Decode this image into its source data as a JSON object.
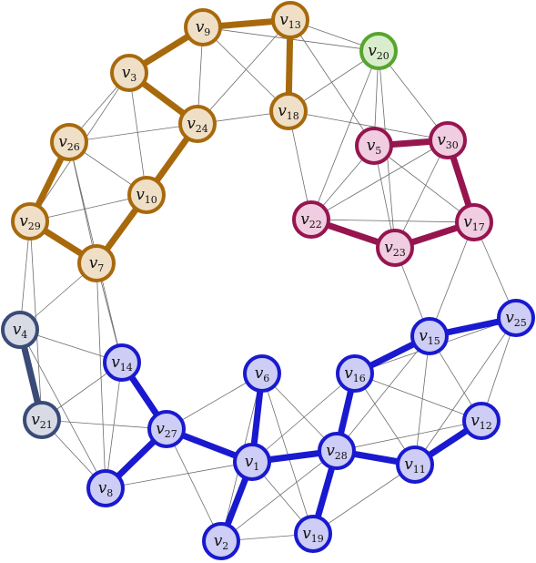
{
  "colors": {
    "brown": "#a8690c",
    "brown_fill": "#efdfc6",
    "crimson": "#96154f",
    "crimson_fill": "#f0cde0",
    "blue": "#1919cf",
    "blue_fill": "#cdcdf5",
    "navy": "#3a4b77",
    "navy_fill": "#d8dbe6",
    "green": "#56a52c",
    "green_fill": "#d9edcc",
    "thin_edge": "#6e6e6e"
  },
  "nodes": [
    {
      "id": "v9",
      "prefix": "v",
      "sub": "9",
      "group": "brown"
    },
    {
      "id": "v13",
      "prefix": "v",
      "sub": "13",
      "group": "brown"
    },
    {
      "id": "v20",
      "prefix": "v",
      "sub": "20",
      "group": "green"
    },
    {
      "id": "v3",
      "prefix": "v",
      "sub": "3",
      "group": "brown"
    },
    {
      "id": "v24",
      "prefix": "v",
      "sub": "24",
      "group": "brown"
    },
    {
      "id": "v18",
      "prefix": "v",
      "sub": "18",
      "group": "brown"
    },
    {
      "id": "v26",
      "prefix": "v",
      "sub": "26",
      "group": "brown"
    },
    {
      "id": "v5",
      "prefix": "v",
      "sub": "5",
      "group": "crimson"
    },
    {
      "id": "v30",
      "prefix": "v",
      "sub": "30",
      "group": "crimson"
    },
    {
      "id": "v10",
      "prefix": "v",
      "sub": "10",
      "group": "brown"
    },
    {
      "id": "v29",
      "prefix": "v",
      "sub": "29",
      "group": "brown"
    },
    {
      "id": "v22",
      "prefix": "v",
      "sub": "22",
      "group": "crimson"
    },
    {
      "id": "v17",
      "prefix": "v",
      "sub": "17",
      "group": "crimson"
    },
    {
      "id": "v23",
      "prefix": "v",
      "sub": "23",
      "group": "crimson"
    },
    {
      "id": "v7",
      "prefix": "v",
      "sub": "7",
      "group": "brown"
    },
    {
      "id": "v25",
      "prefix": "v",
      "sub": "25",
      "group": "blue"
    },
    {
      "id": "v4",
      "prefix": "v",
      "sub": "4",
      "group": "navy"
    },
    {
      "id": "v15",
      "prefix": "v",
      "sub": "15",
      "group": "blue"
    },
    {
      "id": "v14",
      "prefix": "v",
      "sub": "14",
      "group": "blue"
    },
    {
      "id": "v6",
      "prefix": "v",
      "sub": "6",
      "group": "blue"
    },
    {
      "id": "v16",
      "prefix": "v",
      "sub": "16",
      "group": "blue"
    },
    {
      "id": "v12",
      "prefix": "v",
      "sub": "12",
      "group": "blue"
    },
    {
      "id": "v21",
      "prefix": "v",
      "sub": "21",
      "group": "navy"
    },
    {
      "id": "v27",
      "prefix": "v",
      "sub": "27",
      "group": "blue"
    },
    {
      "id": "v1",
      "prefix": "v",
      "sub": "1",
      "group": "blue"
    },
    {
      "id": "v28",
      "prefix": "v",
      "sub": "28",
      "group": "blue"
    },
    {
      "id": "v11",
      "prefix": "v",
      "sub": "11",
      "group": "blue"
    },
    {
      "id": "v8",
      "prefix": "v",
      "sub": "8",
      "group": "blue"
    },
    {
      "id": "v19",
      "prefix": "v",
      "sub": "19",
      "group": "blue"
    },
    {
      "id": "v2",
      "prefix": "v",
      "sub": "2",
      "group": "blue"
    }
  ],
  "thick_edges": [
    {
      "from": "v9",
      "to": "v13",
      "group": "brown"
    },
    {
      "from": "v9",
      "to": "v3",
      "group": "brown"
    },
    {
      "from": "v13",
      "to": "v18",
      "group": "brown"
    },
    {
      "from": "v3",
      "to": "v24",
      "group": "brown"
    },
    {
      "from": "v24",
      "to": "v10",
      "group": "brown"
    },
    {
      "from": "v10",
      "to": "v7",
      "group": "brown"
    },
    {
      "from": "v7",
      "to": "v29",
      "group": "brown"
    },
    {
      "from": "v29",
      "to": "v26",
      "group": "brown"
    },
    {
      "from": "v5",
      "to": "v30",
      "group": "crimson"
    },
    {
      "from": "v30",
      "to": "v17",
      "group": "crimson"
    },
    {
      "from": "v17",
      "to": "v23",
      "group": "crimson"
    },
    {
      "from": "v23",
      "to": "v22",
      "group": "crimson"
    },
    {
      "from": "v4",
      "to": "v21",
      "group": "navy"
    },
    {
      "from": "v25",
      "to": "v15",
      "group": "blue"
    },
    {
      "from": "v15",
      "to": "v16",
      "group": "blue"
    },
    {
      "from": "v16",
      "to": "v28",
      "group": "blue"
    },
    {
      "from": "v28",
      "to": "v1",
      "group": "blue"
    },
    {
      "from": "v28",
      "to": "v11",
      "group": "blue"
    },
    {
      "from": "v28",
      "to": "v19",
      "group": "blue"
    },
    {
      "from": "v11",
      "to": "v12",
      "group": "blue"
    },
    {
      "from": "v6",
      "to": "v1",
      "group": "blue"
    },
    {
      "from": "v1",
      "to": "v2",
      "group": "blue"
    },
    {
      "from": "v1",
      "to": "v27",
      "group": "blue"
    },
    {
      "from": "v27",
      "to": "v14",
      "group": "blue"
    },
    {
      "from": "v27",
      "to": "v8",
      "group": "blue"
    }
  ],
  "thin_edges": [
    [
      "v9",
      "v24"
    ],
    [
      "v9",
      "v18"
    ],
    [
      "v9",
      "v20"
    ],
    [
      "v13",
      "v24"
    ],
    [
      "v13",
      "v20"
    ],
    [
      "v13",
      "v5"
    ],
    [
      "v3",
      "v26"
    ],
    [
      "v3",
      "v10"
    ],
    [
      "v3",
      "v29"
    ],
    [
      "v24",
      "v18"
    ],
    [
      "v24",
      "v26"
    ],
    [
      "v18",
      "v20"
    ],
    [
      "v18",
      "v30"
    ],
    [
      "v20",
      "v5"
    ],
    [
      "v20",
      "v22"
    ],
    [
      "v20",
      "v23"
    ],
    [
      "v20",
      "v30"
    ],
    [
      "v26",
      "v10"
    ],
    [
      "v26",
      "v7"
    ],
    [
      "v26",
      "v14"
    ],
    [
      "v10",
      "v29"
    ],
    [
      "v29",
      "v4"
    ],
    [
      "v29",
      "v21"
    ],
    [
      "v7",
      "v4"
    ],
    [
      "v7",
      "v14"
    ],
    [
      "v7",
      "v8"
    ],
    [
      "v5",
      "v22"
    ],
    [
      "v5",
      "v23"
    ],
    [
      "v5",
      "v17"
    ],
    [
      "v30",
      "v22"
    ],
    [
      "v30",
      "v23"
    ],
    [
      "v22",
      "v17"
    ],
    [
      "v23",
      "v15"
    ],
    [
      "v17",
      "v15"
    ],
    [
      "v22",
      "v18"
    ],
    [
      "v17",
      "v25"
    ],
    [
      "v4",
      "v14"
    ],
    [
      "v4",
      "v8"
    ],
    [
      "v21",
      "v14"
    ],
    [
      "v21",
      "v27"
    ],
    [
      "v21",
      "v8"
    ],
    [
      "v14",
      "v8"
    ],
    [
      "v27",
      "v6"
    ],
    [
      "v27",
      "v2"
    ],
    [
      "v8",
      "v1"
    ],
    [
      "v6",
      "v28"
    ],
    [
      "v6",
      "v19"
    ],
    [
      "v6",
      "v2"
    ],
    [
      "v1",
      "v16"
    ],
    [
      "v1",
      "v19"
    ],
    [
      "v2",
      "v28"
    ],
    [
      "v2",
      "v19"
    ],
    [
      "v19",
      "v11"
    ],
    [
      "v16",
      "v11"
    ],
    [
      "v16",
      "v12"
    ],
    [
      "v16",
      "v25"
    ],
    [
      "v15",
      "v11"
    ],
    [
      "v15",
      "v12"
    ],
    [
      "v15",
      "v28"
    ],
    [
      "v25",
      "v12"
    ],
    [
      "v25",
      "v11"
    ],
    [
      "v12",
      "v28"
    ]
  ]
}
